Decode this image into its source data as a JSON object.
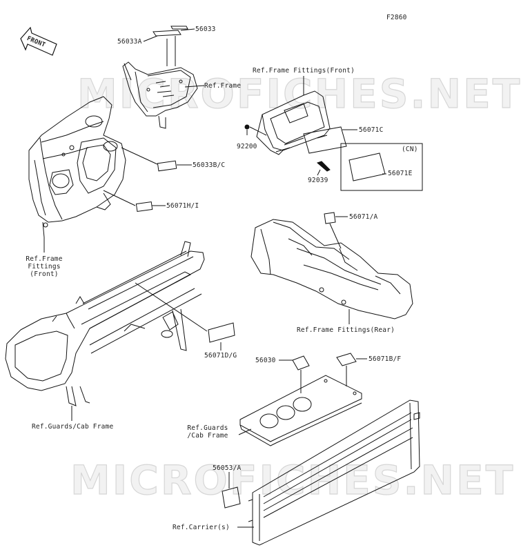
{
  "diagram": {
    "code": "F2860",
    "front_label": "FRONT",
    "watermark": "MICROFICHES.NET",
    "cn_label": "(CN)",
    "parts": {
      "p56033": "56033",
      "p56033A": "56033A",
      "p56033BC": "56033B/C",
      "p56071HI": "56071H/I",
      "p56071C": "56071C",
      "p56071E": "56071E",
      "p92200": "92200",
      "p92039": "92039",
      "p56071A": "56071/A",
      "p56071DG": "56071D/G",
      "p56030": "56030",
      "p56071BF": "56071B/F",
      "p56053A": "56053/A"
    },
    "refs": {
      "ref_frame": "Ref.Frame",
      "ref_frame_fittings_front_top": "Ref.Frame Fittings(Front)",
      "ref_frame_fittings_front_left": "Ref.Frame\nFittings\n(Front)",
      "ref_frame_fittings_rear": "Ref.Frame Fittings(Rear)",
      "ref_guards_cab_frame_left": "Ref.Guards/Cab Frame",
      "ref_guards_cab_frame_center": "Ref.Guards\n/Cab Frame",
      "ref_carriers": "Ref.Carrier(s)"
    }
  }
}
